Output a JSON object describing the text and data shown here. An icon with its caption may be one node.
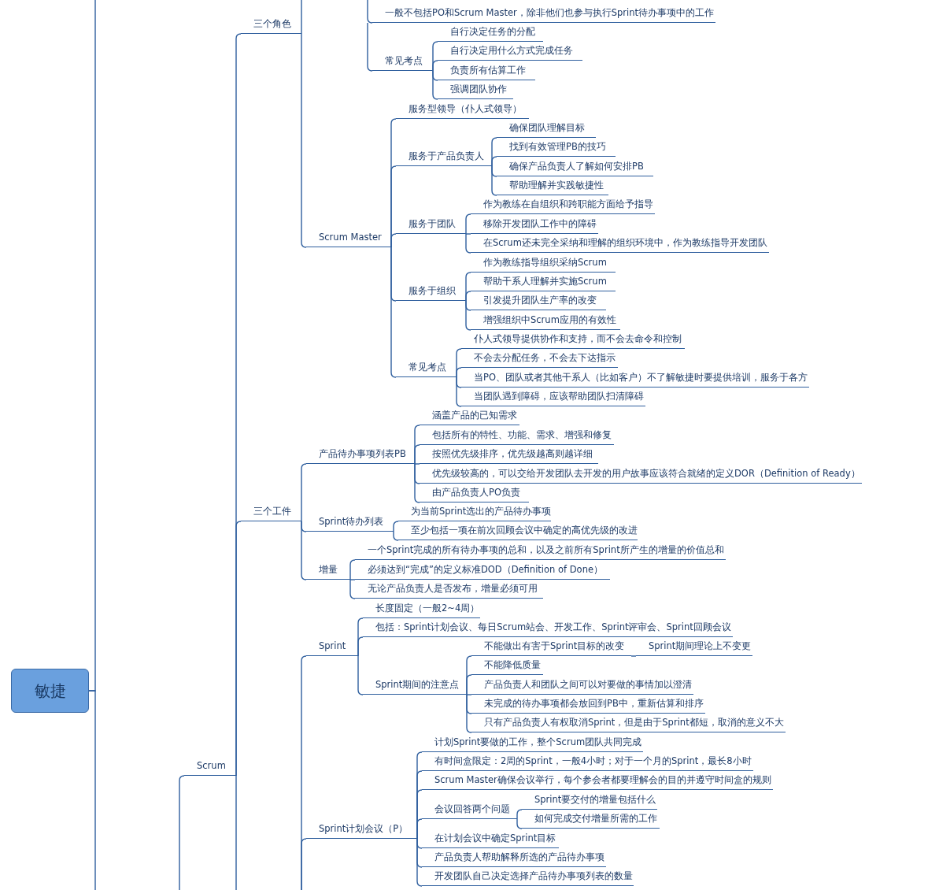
{
  "diagram": {
    "nodes": [
      {
        "text": [
          "敏捷"
        ]
      },
      {
        "text": [
          "Scrum"
        ]
      },
      {
        "text": [
          "三个角色"
        ]
      },
      {
        "text": [
          "一般不包括PO和Scrum Master，除非他们也参与执行Sprint待办事项中的工作"
        ]
      },
      {
        "text": [
          "常见考点"
        ]
      },
      {
        "text": [
          "自行决定任务的分配"
        ]
      },
      {
        "text": [
          "自行决定用什么方式完成任务"
        ]
      },
      {
        "text": [
          "负责所有估算工作"
        ]
      },
      {
        "text": [
          "强调团队协作"
        ]
      },
      {
        "text": [
          "Scrum Master"
        ]
      },
      {
        "text": [
          "服务型领导（仆人式领导）"
        ]
      },
      {
        "text": [
          "服务于产品负责人"
        ]
      },
      {
        "text": [
          "确保团队理解目标"
        ]
      },
      {
        "text": [
          "找到有效管理PB的技巧"
        ]
      },
      {
        "text": [
          "确保产品负责人了解如何安排PB"
        ]
      },
      {
        "text": [
          "帮助理解并实践敏捷性"
        ]
      },
      {
        "text": [
          "服务于团队"
        ]
      },
      {
        "text": [
          "作为教练在自组织和跨职能方面给予指导"
        ]
      },
      {
        "text": [
          "移除开发团队工作中的障碍"
        ]
      },
      {
        "text": [
          "在Scrum还未完全采纳和理解的组织环境中，作为教练指导开发团队"
        ]
      },
      {
        "text": [
          "服务于组织"
        ]
      },
      {
        "text": [
          "作为教练指导组织采纳Scrum"
        ]
      },
      {
        "text": [
          "帮助干系人理解并实施Scrum"
        ]
      },
      {
        "text": [
          "引发提升团队生产率的改变"
        ]
      },
      {
        "text": [
          "增强组织中Scrum应用的有效性"
        ]
      },
      {
        "text": [
          "常见考点"
        ]
      },
      {
        "text": [
          "仆人式领导提供协作和支持，而不会去命令和控制"
        ]
      },
      {
        "text": [
          "不会去分配任务，不会去下达指示"
        ]
      },
      {
        "text": [
          "当PO、团队或者其他干系人（比如客户）不了解敏捷时要提供培训，服务于各方"
        ]
      },
      {
        "text": [
          "当团队遇到障碍，应该帮助团队扫清障碍"
        ]
      },
      {
        "text": [
          "三个工件"
        ]
      },
      {
        "text": [
          "产品待办事项列表PB"
        ]
      },
      {
        "text": [
          "涵盖产品的已知需求"
        ]
      },
      {
        "text": [
          "包括所有的特性、功能、需求、增强和修复"
        ]
      },
      {
        "text": [
          "按照优先级排序，优先级越高则越详细"
        ]
      },
      {
        "text": [
          "优先级较高的，可以交给开发团队去开发的用户故事应该符合就绪的定义DOR（Definition of Ready）"
        ]
      },
      {
        "text": [
          "由产品负责人PO负责"
        ]
      },
      {
        "text": [
          "Sprint待办列表"
        ]
      },
      {
        "text": [
          "为当前Sprint选出的产品待办事项"
        ]
      },
      {
        "text": [
          "至少包括一项在前次回顾会议中确定的高优先级的改进"
        ]
      },
      {
        "text": [
          "增量"
        ]
      },
      {
        "text": [
          "一个Sprint完成的所有待办事项的总和，以及之前所有Sprint所产生的增量的价值总和"
        ]
      },
      {
        "text": [
          "必须达到“完成”的定义标准DOD（Definition of Done）"
        ]
      },
      {
        "text": [
          "无论产品负责人是否发布，增量必须可用"
        ]
      },
      {
        "text": [
          "Sprint"
        ]
      },
      {
        "text": [
          "长度固定（一般2~4周）"
        ]
      },
      {
        "text": [
          "包括：Sprint计划会议、每日Scrum站会、开发工作、Sprint评审会、Sprint回顾会议"
        ]
      },
      {
        "text": [
          "Sprint期间的注意点"
        ]
      },
      {
        "text": [
          "不能做出有害于Sprint目标的改变"
        ]
      },
      {
        "text": [
          "Sprint期间理论上不变更"
        ]
      },
      {
        "text": [
          "不能降低质量"
        ]
      },
      {
        "text": [
          "产品负责人和团队之间可以对要做的事情加以澄清"
        ]
      },
      {
        "text": [
          "未完成的待办事项都会放回到PB中，重新估算和排序"
        ]
      },
      {
        "text": [
          "只有产品负责人有权取消Sprint，但是由于Sprint都短，取消的意义不大"
        ]
      },
      {
        "text": [
          "Sprint计划会议（P）"
        ]
      },
      {
        "text": [
          "计划Sprint要做的工作，整个Scrum团队共同完成"
        ]
      },
      {
        "text": [
          "有时间盒限定：2周的Sprint，一般4小时；对于一个月的Sprint，最长8小时"
        ]
      },
      {
        "text": [
          "Scrum Master确保会议举行，每个参会者都要理解会的目的并遵守时间盒的规则"
        ]
      },
      {
        "text": [
          "会议回答两个问题"
        ]
      },
      {
        "text": [
          "Sprint要交付的增量包括什么"
        ]
      },
      {
        "text": [
          "如何完成交付增量所需的工作"
        ]
      },
      {
        "text": [
          "在计划会议中确定Sprint目标"
        ]
      },
      {
        "text": [
          "产品负责人帮助解释所选的产品待办事项"
        ]
      },
      {
        "text": [
          "开发团队自己决定选择产品待办事项列表的数量"
        ]
      }
    ],
    "edges": [
      {
        "from": 0,
        "to": null,
        "arrow": "none"
      },
      {
        "from": 0,
        "to": null,
        "arrow": "none"
      },
      {
        "from": null,
        "to": 1,
        "arrow": "none"
      },
      {
        "from": 1,
        "to": 2,
        "arrow": "none"
      },
      {
        "from": 1,
        "to": 30,
        "arrow": "none"
      },
      {
        "from": 1,
        "to": null,
        "arrow": "none"
      },
      {
        "from": 2,
        "to": null,
        "arrow": "none"
      },
      {
        "from": 2,
        "to": 9,
        "arrow": "none"
      },
      {
        "from": null,
        "to": 3,
        "arrow": "none"
      },
      {
        "from": 3,
        "to": 4,
        "arrow": "none"
      },
      {
        "from": 4,
        "to": 5,
        "arrow": "none"
      },
      {
        "from": 4,
        "to": 6,
        "arrow": "none"
      },
      {
        "from": 4,
        "to": 7,
        "arrow": "none"
      },
      {
        "from": 4,
        "to": 8,
        "arrow": "none"
      },
      {
        "from": 9,
        "to": 10,
        "arrow": "none"
      },
      {
        "from": 9,
        "to": 11,
        "arrow": "none"
      },
      {
        "from": 9,
        "to": 16,
        "arrow": "none"
      },
      {
        "from": 9,
        "to": 20,
        "arrow": "none"
      },
      {
        "from": 9,
        "to": 25,
        "arrow": "none"
      },
      {
        "from": 11,
        "to": 12,
        "arrow": "none"
      },
      {
        "from": 11,
        "to": 13,
        "arrow": "none"
      },
      {
        "from": 11,
        "to": 14,
        "arrow": "none"
      },
      {
        "from": 11,
        "to": 15,
        "arrow": "none"
      },
      {
        "from": 16,
        "to": 17,
        "arrow": "none"
      },
      {
        "from": 16,
        "to": 18,
        "arrow": "none"
      },
      {
        "from": 16,
        "to": 19,
        "arrow": "none"
      },
      {
        "from": 20,
        "to": 21,
        "arrow": "none"
      },
      {
        "from": 20,
        "to": 22,
        "arrow": "none"
      },
      {
        "from": 20,
        "to": 23,
        "arrow": "none"
      },
      {
        "from": 20,
        "to": 24,
        "arrow": "none"
      },
      {
        "from": 25,
        "to": 26,
        "arrow": "none"
      },
      {
        "from": 25,
        "to": 27,
        "arrow": "none"
      },
      {
        "from": 25,
        "to": 28,
        "arrow": "none"
      },
      {
        "from": 25,
        "to": 29,
        "arrow": "none"
      },
      {
        "from": 30,
        "to": 31,
        "arrow": "none"
      },
      {
        "from": 30,
        "to": 37,
        "arrow": "none"
      },
      {
        "from": 30,
        "to": 40,
        "arrow": "none"
      },
      {
        "from": 31,
        "to": 32,
        "arrow": "none"
      },
      {
        "from": 31,
        "to": 33,
        "arrow": "none"
      },
      {
        "from": 31,
        "to": 34,
        "arrow": "none"
      },
      {
        "from": 31,
        "to": 35,
        "arrow": "none"
      },
      {
        "from": 31,
        "to": 36,
        "arrow": "none"
      },
      {
        "from": 37,
        "to": 38,
        "arrow": "none"
      },
      {
        "from": 37,
        "to": 39,
        "arrow": "none"
      },
      {
        "from": 40,
        "to": 41,
        "arrow": "none"
      },
      {
        "from": 40,
        "to": 42,
        "arrow": "none"
      },
      {
        "from": 40,
        "to": 43,
        "arrow": "none"
      },
      {
        "from": null,
        "to": 44,
        "arrow": "none"
      },
      {
        "from": null,
        "to": 54,
        "arrow": "none"
      },
      {
        "from": 44,
        "to": 45,
        "arrow": "none"
      },
      {
        "from": 44,
        "to": 46,
        "arrow": "none"
      },
      {
        "from": 44,
        "to": 47,
        "arrow": "none"
      },
      {
        "from": 47,
        "to": 48,
        "arrow": "none"
      },
      {
        "from": 48,
        "to": 49,
        "arrow": "none"
      },
      {
        "from": 47,
        "to": 50,
        "arrow": "none"
      },
      {
        "from": 47,
        "to": 51,
        "arrow": "none"
      },
      {
        "from": 47,
        "to": 52,
        "arrow": "none"
      },
      {
        "from": 47,
        "to": 53,
        "arrow": "none"
      },
      {
        "from": 54,
        "to": 55,
        "arrow": "none"
      },
      {
        "from": 54,
        "to": 56,
        "arrow": "none"
      },
      {
        "from": 54,
        "to": 57,
        "arrow": "none"
      },
      {
        "from": 54,
        "to": 58,
        "arrow": "none"
      },
      {
        "from": 58,
        "to": 59,
        "arrow": "none"
      },
      {
        "from": 58,
        "to": 60,
        "arrow": "none"
      },
      {
        "from": 54,
        "to": 61,
        "arrow": "none"
      },
      {
        "from": 54,
        "to": 62,
        "arrow": "none"
      },
      {
        "from": 54,
        "to": 63,
        "arrow": "none"
      }
    ]
  }
}
